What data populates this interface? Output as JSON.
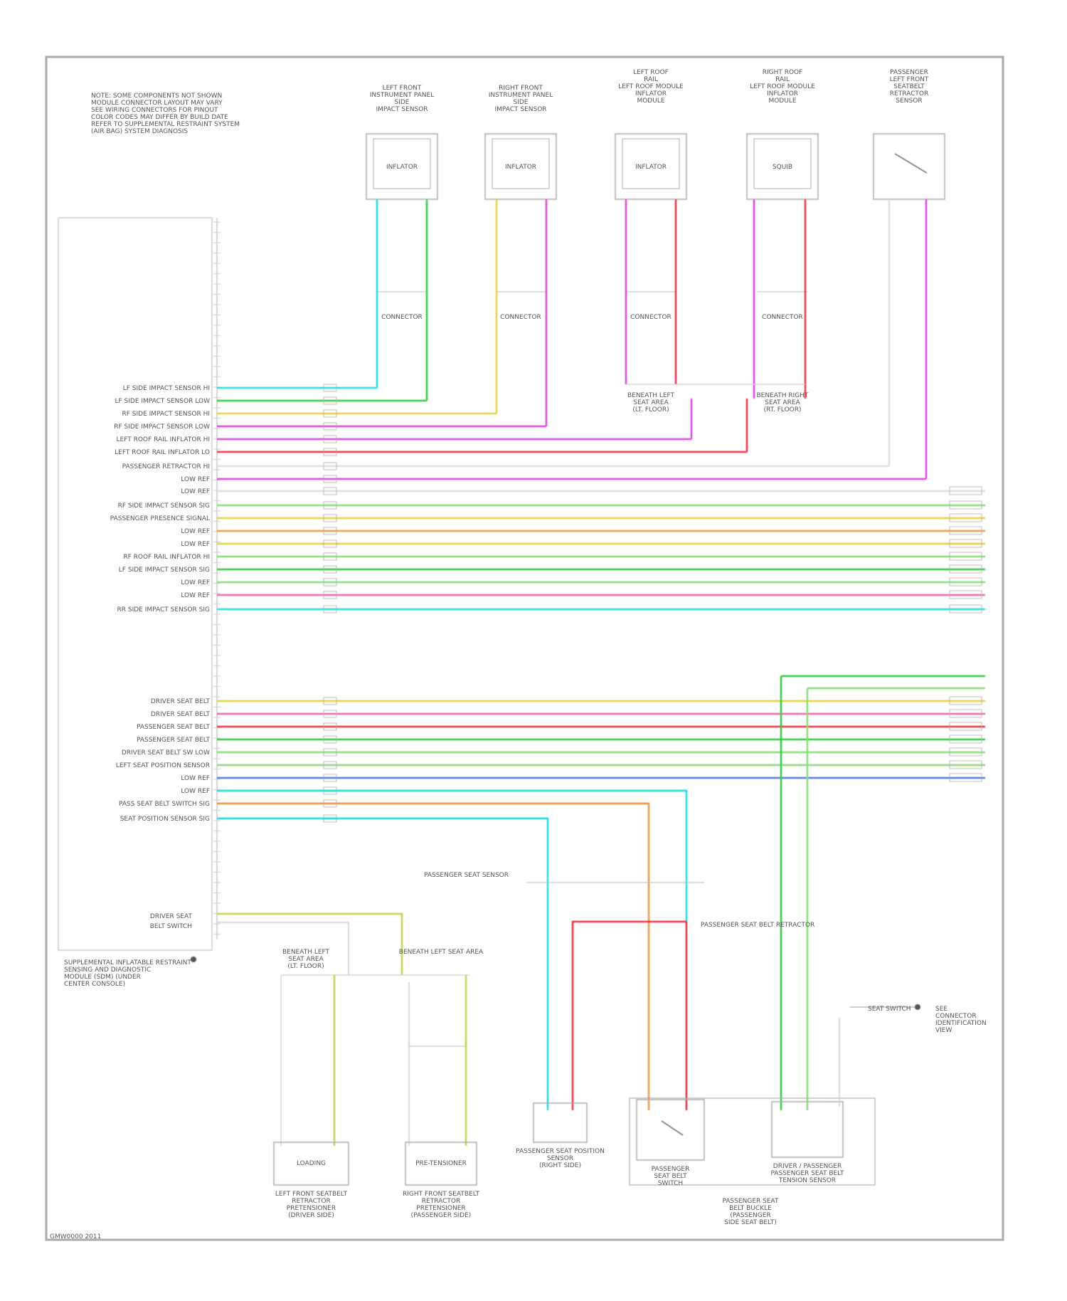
{
  "diagram": {
    "note_lines": [
      "NOTE: SOME COMPONENTS NOT SHOWN",
      "MODULE CONNECTOR LAYOUT MAY VARY",
      "SEE WIRING CONNECTORS FOR PINOUT",
      "COLOR CODES MAY DIFFER BY BUILD DATE",
      "REFER TO SUPPLEMENTAL RESTRAINT SYSTEM",
      "(AIR BAG) SYSTEM DIAGNOSIS"
    ],
    "module_label": [
      "SUPPLEMENTAL INFLATABLE RESTRAINT",
      "SENSING AND DIAGNOSTIC",
      "MODULE (SDM) (UNDER",
      "CENTER CONSOLE)"
    ],
    "bottom_left_code": "GMW0000 2011",
    "top_components": [
      {
        "label": [
          "LEFT FRONT",
          "INSTRUMENT PANEL",
          "SIDE",
          "IMPACT SENSOR"
        ],
        "wires": [
          "#22dddd",
          "#33cc44"
        ],
        "inner": "INFLATOR",
        "connector": "CONNECTOR"
      },
      {
        "label": [
          "RIGHT FRONT",
          "INSTRUMENT PANEL",
          "SIDE",
          "IMPACT SENSOR"
        ],
        "wires": [
          "#e0d040",
          "#dd44dd"
        ],
        "inner": "INFLATOR",
        "connector": "CONNECTOR"
      },
      {
        "label": [
          "LEFT ROOF",
          "RAIL",
          "LEFT ROOF MODULE",
          "INFLATOR",
          "MODULE"
        ],
        "wires": [
          "#dd44dd",
          "#ee3344"
        ],
        "inner": "INFLATOR",
        "connector": "CONNECTOR"
      },
      {
        "label": [
          "RIGHT ROOF",
          "RAIL",
          "LEFT ROOF MODULE",
          "INFLATOR",
          "MODULE"
        ],
        "wires": [
          "#dd44dd",
          "#ee3344"
        ],
        "inner": "SQUIB",
        "connector": "CONNECTOR"
      },
      {
        "label": [
          "PASSENGER",
          "LEFT FRONT",
          "SEATBELT",
          "RETRACTOR",
          "SENSOR"
        ],
        "wires": [
          "#bbbbbb",
          "#dd44dd"
        ],
        "inner": "",
        "connector": ""
      }
    ],
    "grounds_top": [
      {
        "label": [
          "BENEATH LEFT",
          "SEAT AREA",
          "(LT. FLOOR)"
        ]
      },
      {
        "label": [
          "BENEATH RIGHT",
          "SEAT AREA",
          "(RT. FLOOR)"
        ]
      }
    ],
    "pin_labels_upper": [
      "LF SIDE IMPACT SENSOR HI",
      "LF SIDE IMPACT SENSOR LOW",
      "RF SIDE IMPACT SENSOR HI",
      "RF SIDE IMPACT SENSOR LOW",
      "LEFT ROOF RAIL INFLATOR HI",
      "LEFT ROOF RAIL INFLATOR LO",
      "PASSENGER RETRACTOR HI",
      "LOW REF",
      "LOW REF",
      "RF SIDE IMPACT SENSOR SIG",
      "PASSENGER PRESENCE SIGNAL",
      "LOW REF",
      "LOW REF",
      "RF ROOF RAIL INFLATOR HI",
      "LF SIDE IMPACT SENSOR SIG",
      "LOW REF",
      "LOW REF",
      "RR SIDE IMPACT SENSOR SIG"
    ],
    "pin_labels_lower": [
      "DRIVER SEAT BELT",
      "DRIVER SEAT BELT",
      "PASSENGER SEAT BELT",
      "PASSENGER SEAT BELT",
      "DRIVER SEAT BELT SW LOW",
      "LEFT SEAT POSITION SENSOR",
      "LOW REF",
      "LOW REF",
      "PASS SEAT BELT SWITCH SIG",
      "SEAT POSITION SENSOR SIG"
    ],
    "side_pins": [
      "DRIVER SEAT",
      "BELT SWITCH"
    ],
    "connector_labels": [
      "PASSENGER SEAT SENSOR",
      "BENEATH LEFT SEAT AREA",
      "BENEATH LEFT SEAT",
      "PASSENGER SEAT BELT RETRACTOR",
      "SEAT SWITCH"
    ],
    "bottom_components": [
      {
        "label": [
          "LEFT FRONT SEATBELT",
          "RETRACTOR",
          "PRETENSIONER",
          "(DRIVER SIDE)"
        ],
        "inner": "LOADING"
      },
      {
        "label": [
          "RIGHT FRONT SEATBELT",
          "RETRACTOR",
          "PRETENSIONER",
          "(PASSENGER SIDE)"
        ],
        "inner": "PRE-TENSIONER"
      },
      {
        "label": [
          "PASSENGER SEAT POSITION",
          "SENSOR",
          "(RIGHT SIDE)"
        ],
        "inner": ""
      },
      {
        "label": [
          "PASSENGER",
          "SEAT BELT",
          "SWITCH"
        ],
        "inner": ""
      },
      {
        "label": [
          "DRIVER / PASSENGER",
          "PASSENGER SEAT BELT",
          "TENSION SENSOR"
        ],
        "inner": ""
      }
    ],
    "bottom_group_label": [
      "PASSENGER SEAT",
      "BELT BUCKLE",
      "(PASSENGER",
      "SIDE SEAT BELT)"
    ],
    "right_note": [
      "SEE",
      "CONNECTOR",
      "IDENTIFICATION",
      "VIEW"
    ]
  },
  "colors": {
    "cyan": "#22dddd",
    "green": "#33cc44",
    "yellow": "#e8d040",
    "magenta": "#dd44dd",
    "red": "#ee3344",
    "pink": "#ee66aa",
    "lightgreen": "#88dd77",
    "orange": "#ee9944",
    "blue": "#5577dd",
    "olive": "#c8d050",
    "gray": "#999999"
  }
}
